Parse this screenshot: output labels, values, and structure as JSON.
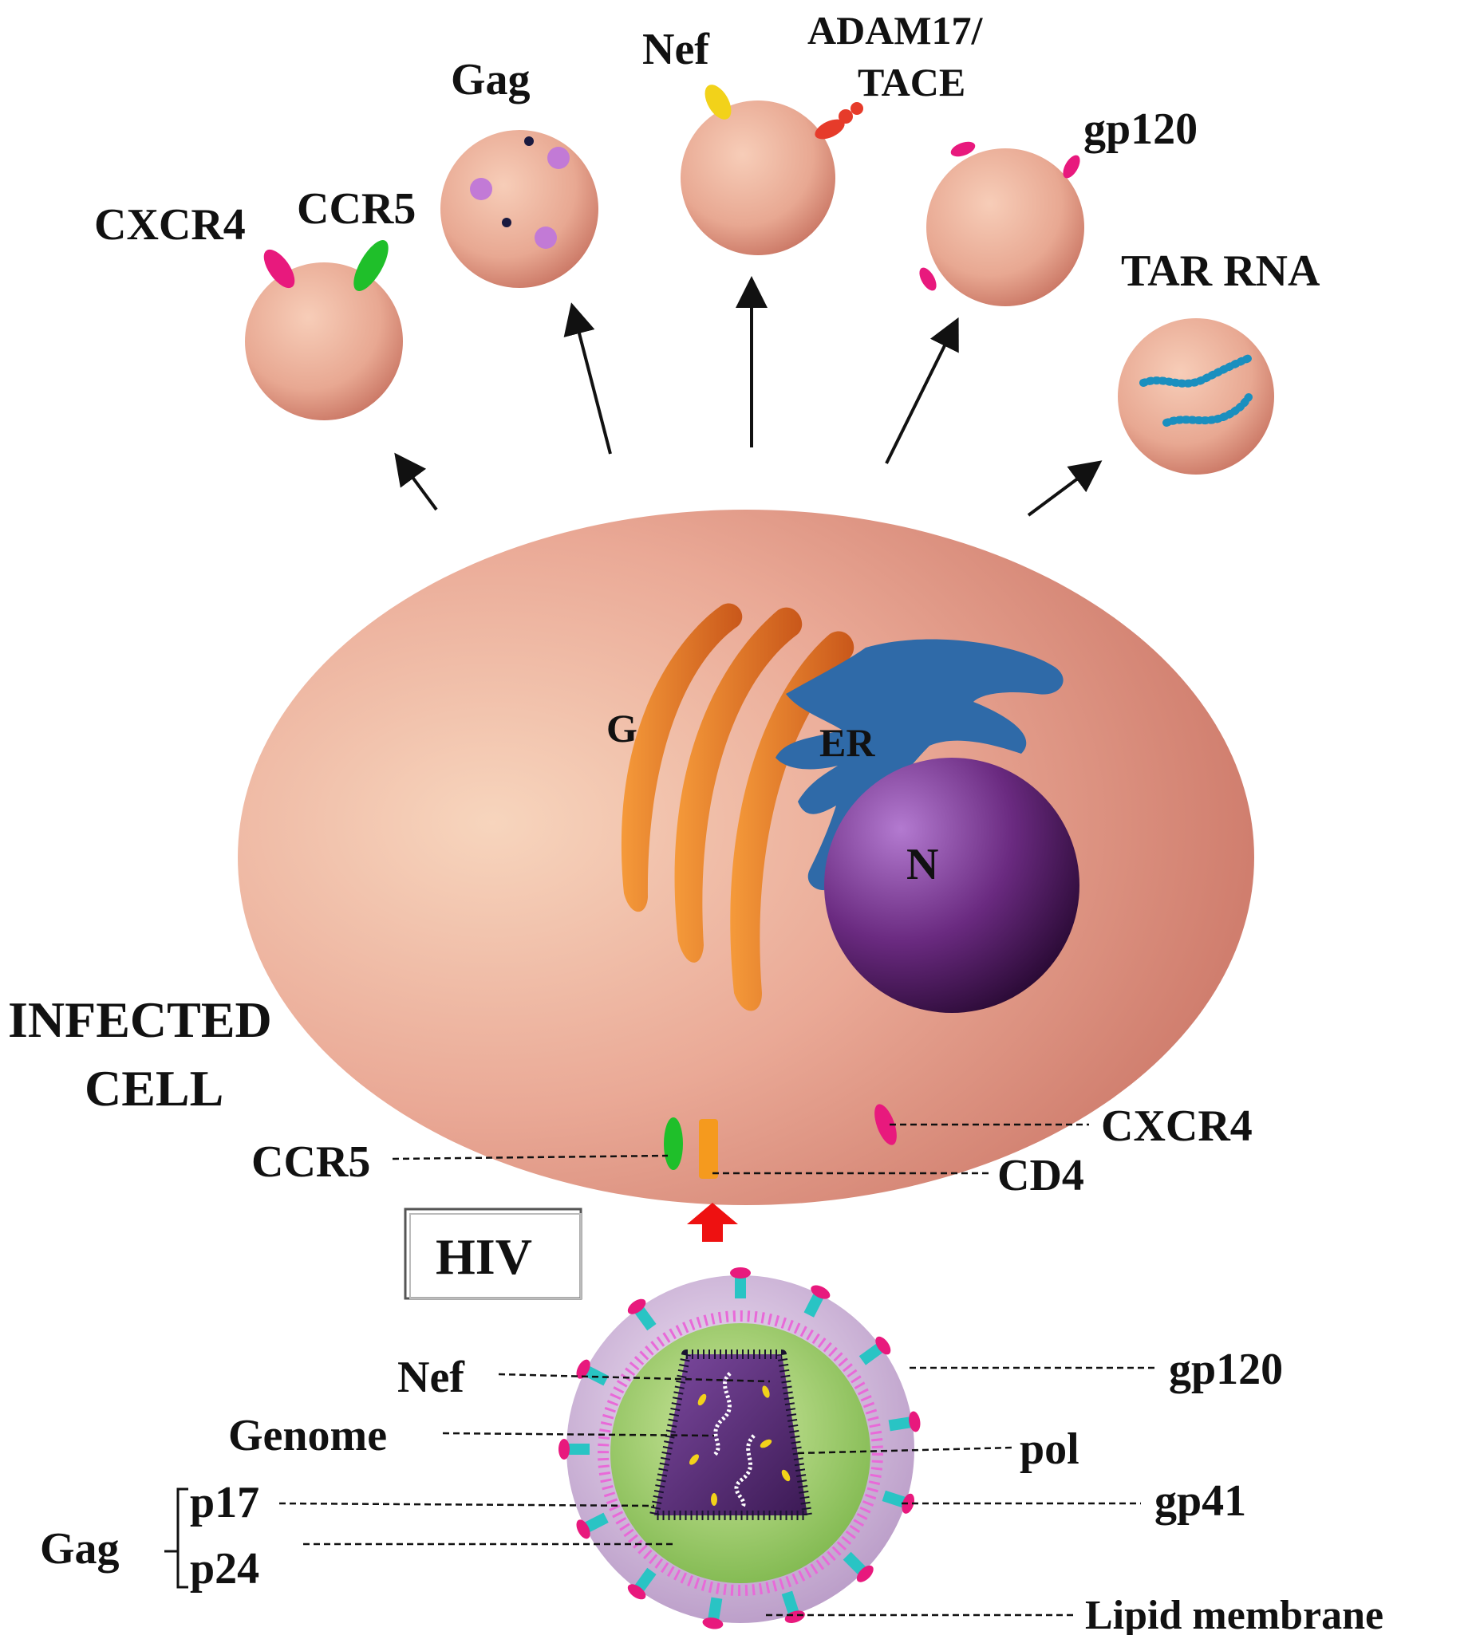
{
  "vesicles": {
    "v1": {
      "labels": [
        "CXCR4",
        "CCR5"
      ]
    },
    "v2": {
      "label": "Gag"
    },
    "v3": {
      "label": "Nef"
    },
    "v4": {
      "label_line1": "ADAM17/",
      "label_line2": "TACE"
    },
    "v5": {
      "label": "gp120"
    },
    "v6": {
      "label": "TAR RNA"
    }
  },
  "cell": {
    "title_line1": "INFECTED",
    "title_line2": "CELL",
    "organelles": {
      "golgi": "G",
      "er": "ER",
      "nucleus": "N"
    },
    "receptors": {
      "ccr5": "CCR5",
      "cd4": "CD4",
      "cxcr4": "CXCR4"
    }
  },
  "virus": {
    "box_label": "HIV",
    "labels": {
      "nef": "Nef",
      "genome": "Genome",
      "gag": "Gag",
      "p17": "p17",
      "p24": "p24",
      "gp120": "gp120",
      "pol": "pol",
      "gp41": "gp41",
      "lipid_membrane": "Lipid membrane"
    }
  },
  "colors": {
    "vesicle": "#e8a892",
    "cell": "#e8a594",
    "cxcr4": "#e8197d",
    "ccr5": "#1fbf2a",
    "cd4": "#f59a1e",
    "nef": "#f2d21a",
    "adam17": "#e63b2a",
    "golgi": "#e8781e",
    "er": "#2f6aa8",
    "nucleus": "#6a2a80",
    "tar_rna": "#1a8fbf",
    "gag_spot": "#c27ad6",
    "arrow_red": "#ee1111",
    "envelope": "#d9b8e3",
    "capsid": "#5a2b7a",
    "spike": "#29c4c4"
  }
}
